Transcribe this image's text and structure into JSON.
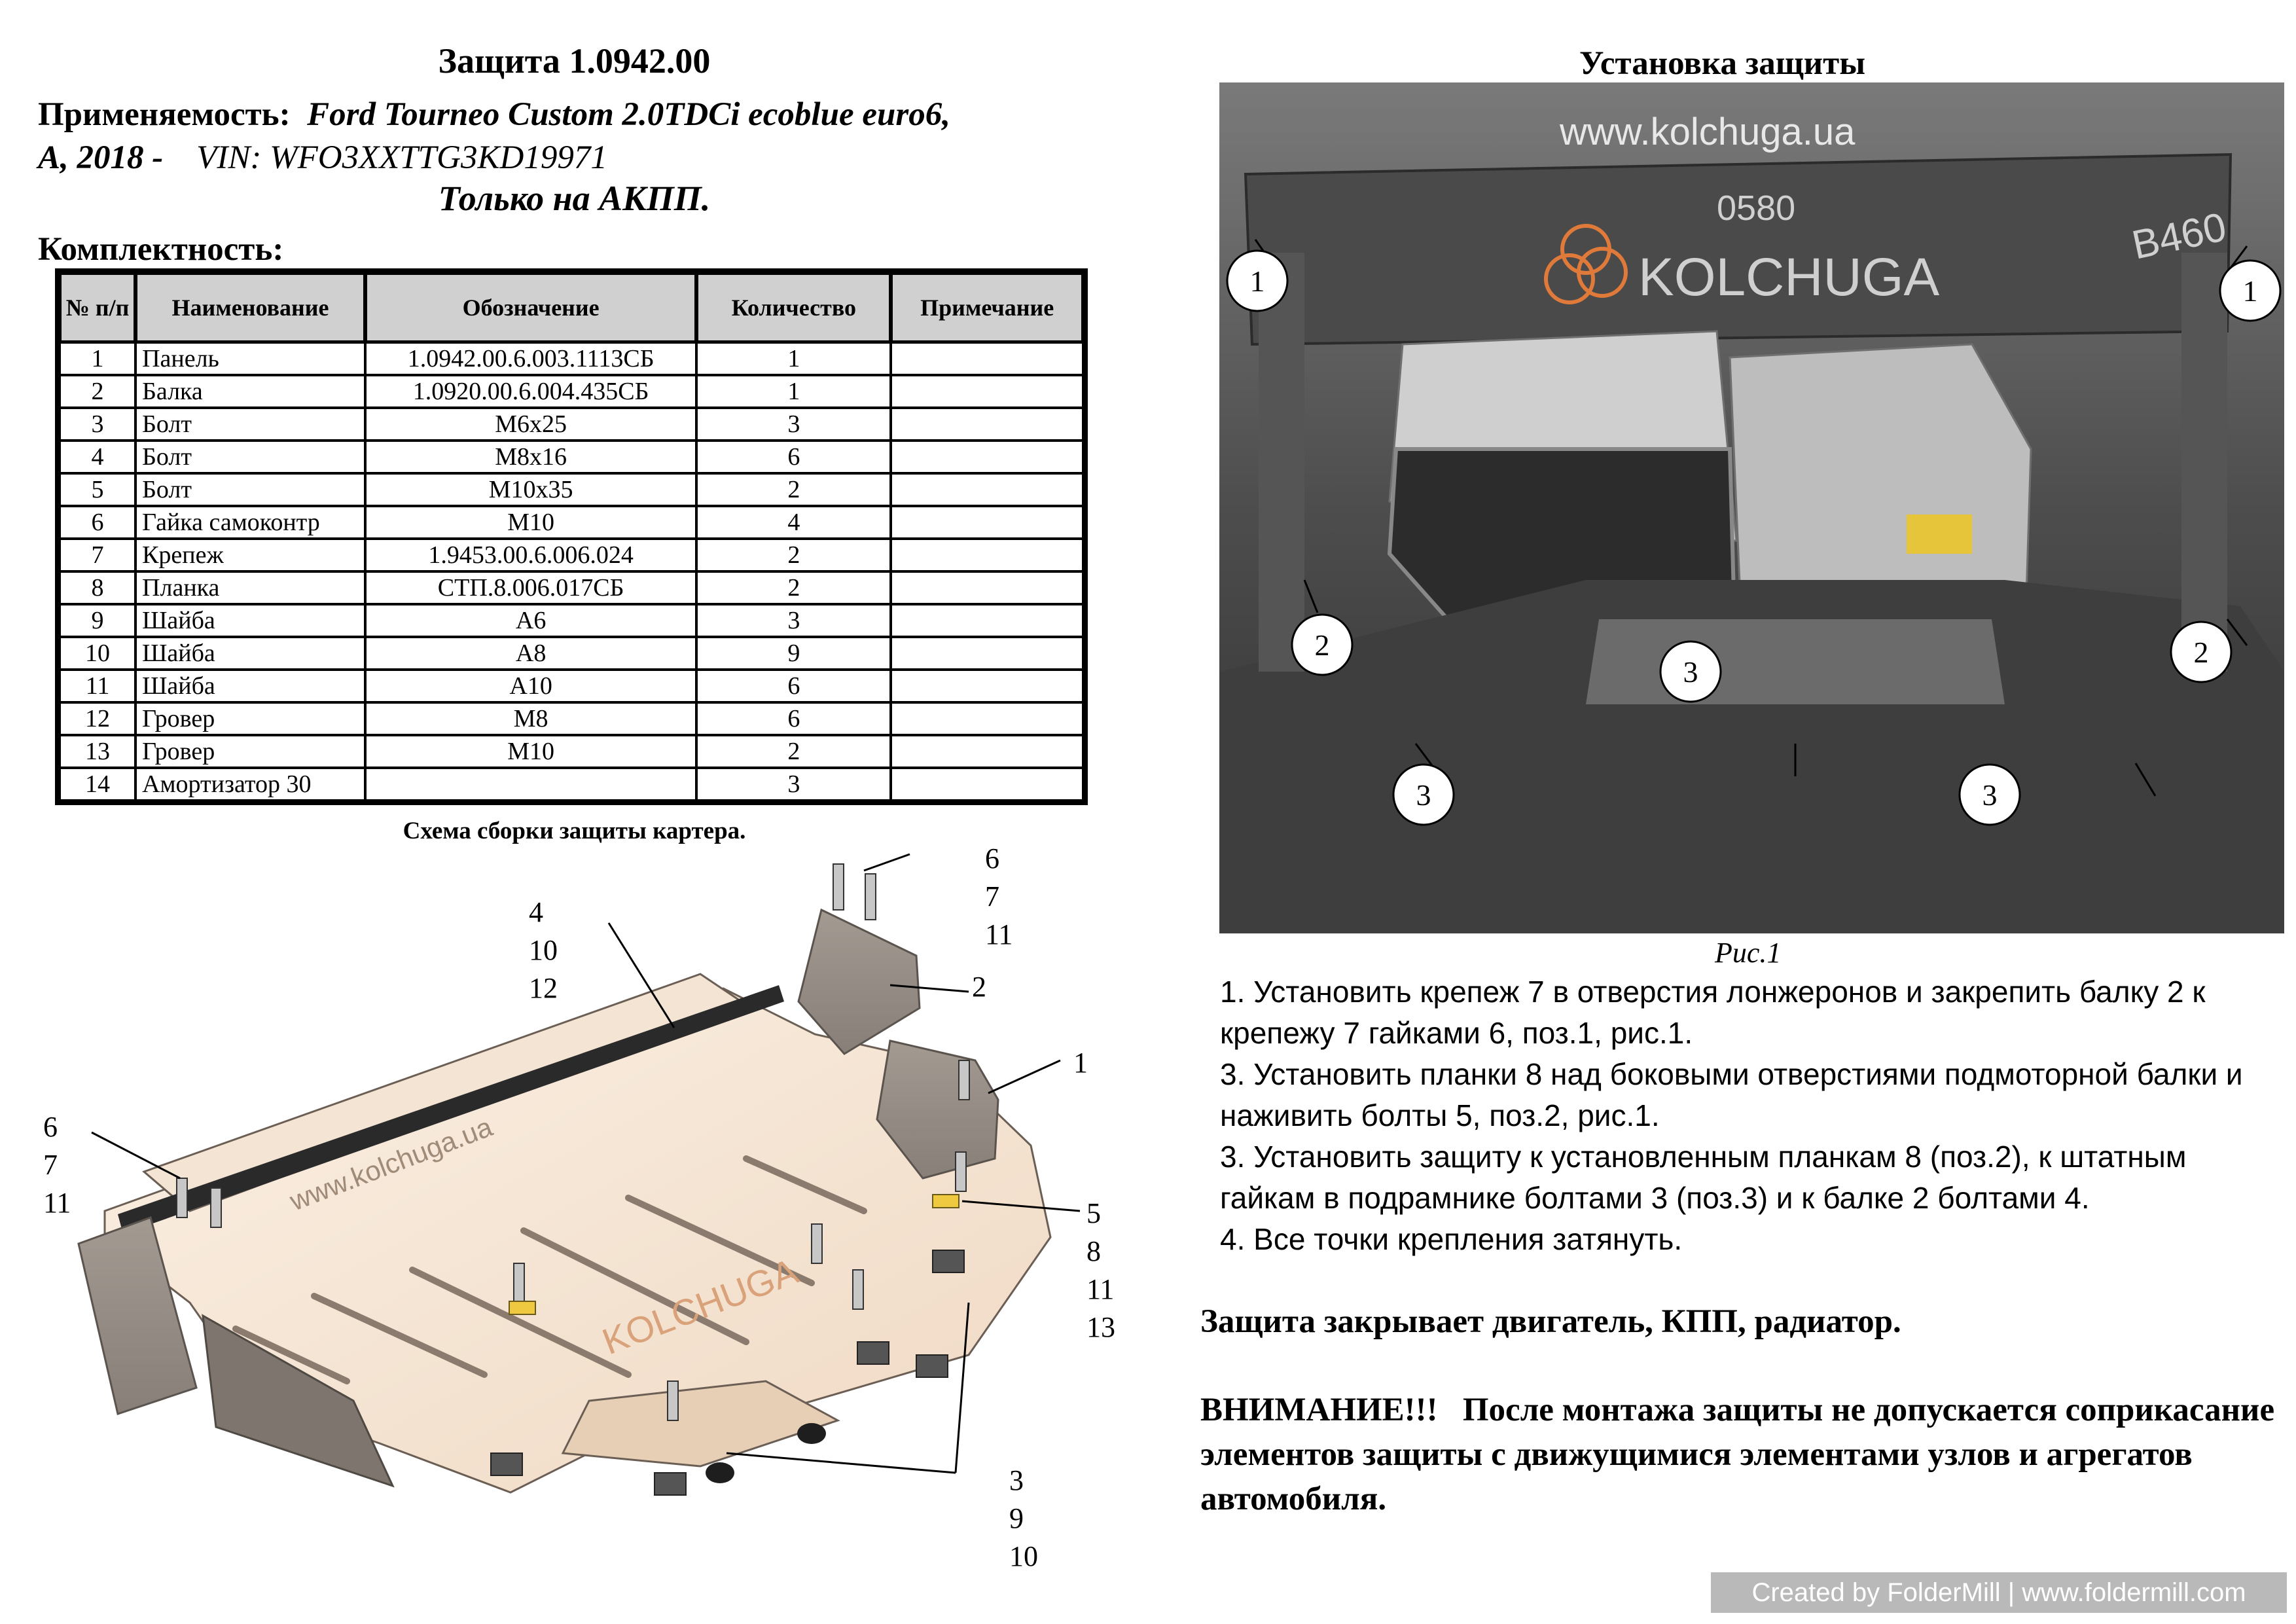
{
  "header": {
    "title": "Защита 1.0942.00",
    "applicability_label": "Применяемость:",
    "applicability_model": "Ford Tourneo Custom 2.0TDCi ecoblue  euro6,",
    "applicability_line2": "A, 2018 -",
    "vin": "VIN: WFO3XXTTG3KD19971",
    "only_note": "Только на АКПП.",
    "kit_title": "Комплектность:"
  },
  "parts_table": {
    "headers": [
      "№ п/п",
      "Наименование",
      "Обозначение",
      "Количество",
      "Примечание"
    ],
    "rows": [
      [
        "1",
        "Панель",
        "1.0942.00.6.003.1113СБ",
        "1",
        ""
      ],
      [
        "2",
        "Балка",
        "1.0920.00.6.004.435СБ",
        "1",
        ""
      ],
      [
        "3",
        "Болт",
        "M6x25",
        "3",
        ""
      ],
      [
        "4",
        "Болт",
        "M8x16",
        "6",
        ""
      ],
      [
        "5",
        "Болт",
        "M10x35",
        "2",
        ""
      ],
      [
        "6",
        "Гайка самоконтр",
        "M10",
        "4",
        ""
      ],
      [
        "7",
        "Крепеж",
        "1.9453.00.6.006.024",
        "2",
        ""
      ],
      [
        "8",
        "Планка",
        "СТП.8.006.017СБ",
        "2",
        ""
      ],
      [
        "9",
        "Шайба",
        "A6",
        "3",
        ""
      ],
      [
        "10",
        "Шайба",
        "A8",
        "9",
        ""
      ],
      [
        "11",
        "Шайба",
        "A10",
        "6",
        ""
      ],
      [
        "12",
        "Гровер",
        "M8",
        "6",
        ""
      ],
      [
        "13",
        "Гровер",
        "M10",
        "2",
        ""
      ],
      [
        "14",
        "Амортизатор 30",
        "",
        "3",
        ""
      ]
    ]
  },
  "scheme": {
    "caption": "Схема сборки защиты картера.",
    "watermark": "www.kolchuga.ua",
    "brand": "KOLCHUGA",
    "callouts": {
      "top_right": [
        "6",
        "7",
        "11"
      ],
      "top_mid": [
        "4",
        "10",
        "12"
      ],
      "beam": [
        "2"
      ],
      "panel": [
        "1"
      ],
      "left": [
        "6",
        "7",
        "11"
      ],
      "right": [
        "5",
        "8",
        "11",
        "13"
      ],
      "bottom": [
        "3",
        "9",
        "10"
      ]
    }
  },
  "installation": {
    "title": "Установка защиты",
    "photo_watermark": "www.kolchuga.ua",
    "photo_brand": "KOLCHUGA",
    "photo_markings": [
      "0580",
      "B460"
    ],
    "photo_labels": [
      "1",
      "1",
      "2",
      "2",
      "3",
      "3",
      "3"
    ],
    "figure_caption": "Рис.1",
    "steps": [
      "1. Установить крепеж 7 в отверстия лонжеронов и закрепить балку 2 к крепежу 7 гайками 6, поз.1, рис.1.",
      "3. Установить планки 8 над боковыми отверстиями подмоторной балки и наживить болты 5, поз.2, рис.1.",
      "3. Установить защиту к установленным планкам 8 (поз.2), к штатным гайкам в подрамнике болтами 3 (поз.3) и к балке 2 болтами 4.",
      "4. Все точки крепления затянуть."
    ],
    "covers_note": "Защита закрывает двигатель, КПП, радиатор.",
    "warning_label": "ВНИМАНИЕ!!!",
    "warning_text": "После монтажа защиты не допускается соприкасание элементов защиты с движущимися элементами узлов и агрегатов автомобиля."
  },
  "footer": {
    "text": "Created by FolderMill | www.foldermill.com"
  }
}
